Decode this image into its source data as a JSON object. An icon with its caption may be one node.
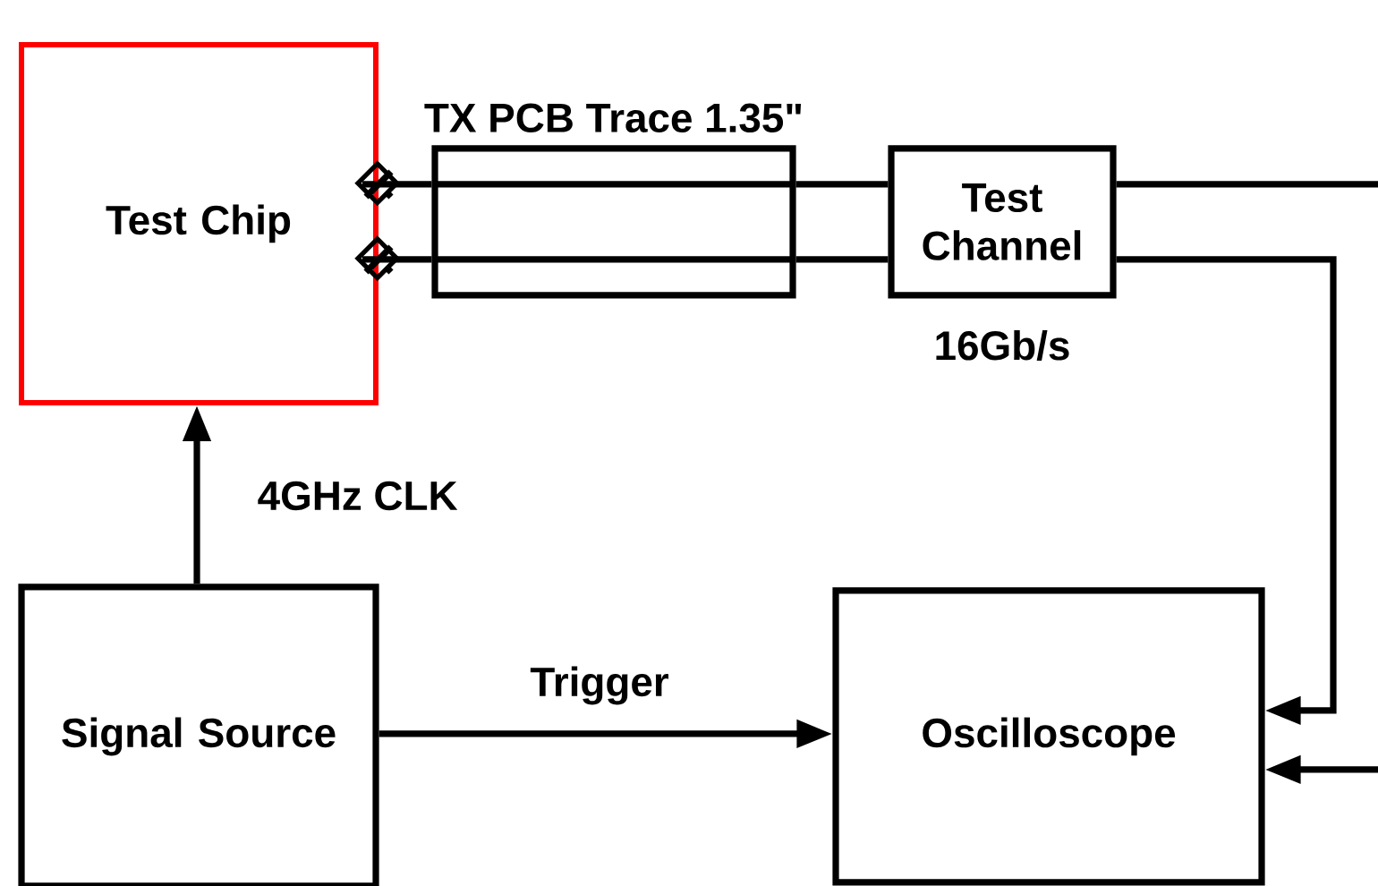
{
  "diagram": {
    "nodes": [
      {
        "text": [
          "Test Chip"
        ]
      },
      {
        "text": [
          "TX PCB Trace 1.35\""
        ]
      },
      {
        "text": [
          "Test Channel"
        ],
        "beside": [
          "16Gb/s"
        ]
      },
      {
        "text": [
          "Signal Source"
        ]
      },
      {
        "text": [
          "Oscilloscope"
        ]
      }
    ],
    "edges": [
      {
        "from": 0,
        "to": 1,
        "arrow": "other"
      },
      {
        "from": 0,
        "to": 1,
        "arrow": "other"
      },
      {
        "from": 1,
        "to": 2,
        "arrow": "none"
      },
      {
        "from": 1,
        "to": 2,
        "arrow": "none"
      },
      {
        "from": 2,
        "to": null,
        "arrow": "none"
      },
      {
        "from": 2,
        "to": 4,
        "arrow": "to"
      },
      {
        "from": null,
        "to": 4,
        "arrow": "to"
      },
      {
        "from": 3,
        "to": 0,
        "arrow": "to",
        "label": "4GHz CLK"
      },
      {
        "from": 3,
        "to": 4,
        "arrow": "to",
        "label": "Trigger"
      }
    ]
  }
}
